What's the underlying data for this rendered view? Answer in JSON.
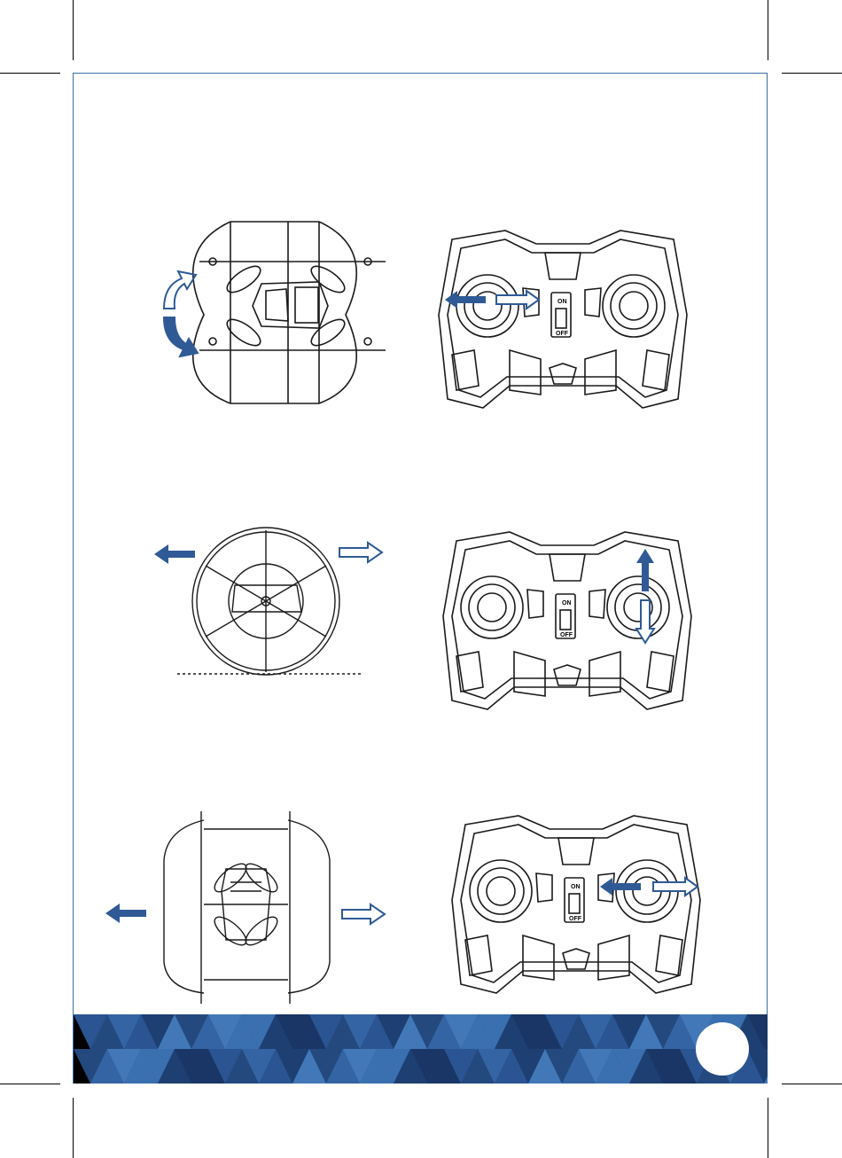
{
  "switch": {
    "on": "ON",
    "off": "OFF"
  },
  "page_number": "",
  "colors": {
    "arrow_fill": "#2f5a96",
    "arrow_outline": "#2f5a96",
    "band_dark": "#1e3f72",
    "band_light": "#3a6fb0",
    "line": "#1a1a1a"
  },
  "sections": [
    {
      "drone_view": "top",
      "drone_motion": "rotate",
      "active_stick": "left",
      "stick_direction": "left-right"
    },
    {
      "drone_view": "side",
      "drone_motion": "forward-backward",
      "active_stick": "right",
      "stick_direction": "up-down"
    },
    {
      "drone_view": "front",
      "drone_motion": "sideways",
      "active_stick": "right",
      "stick_direction": "left-right"
    }
  ]
}
